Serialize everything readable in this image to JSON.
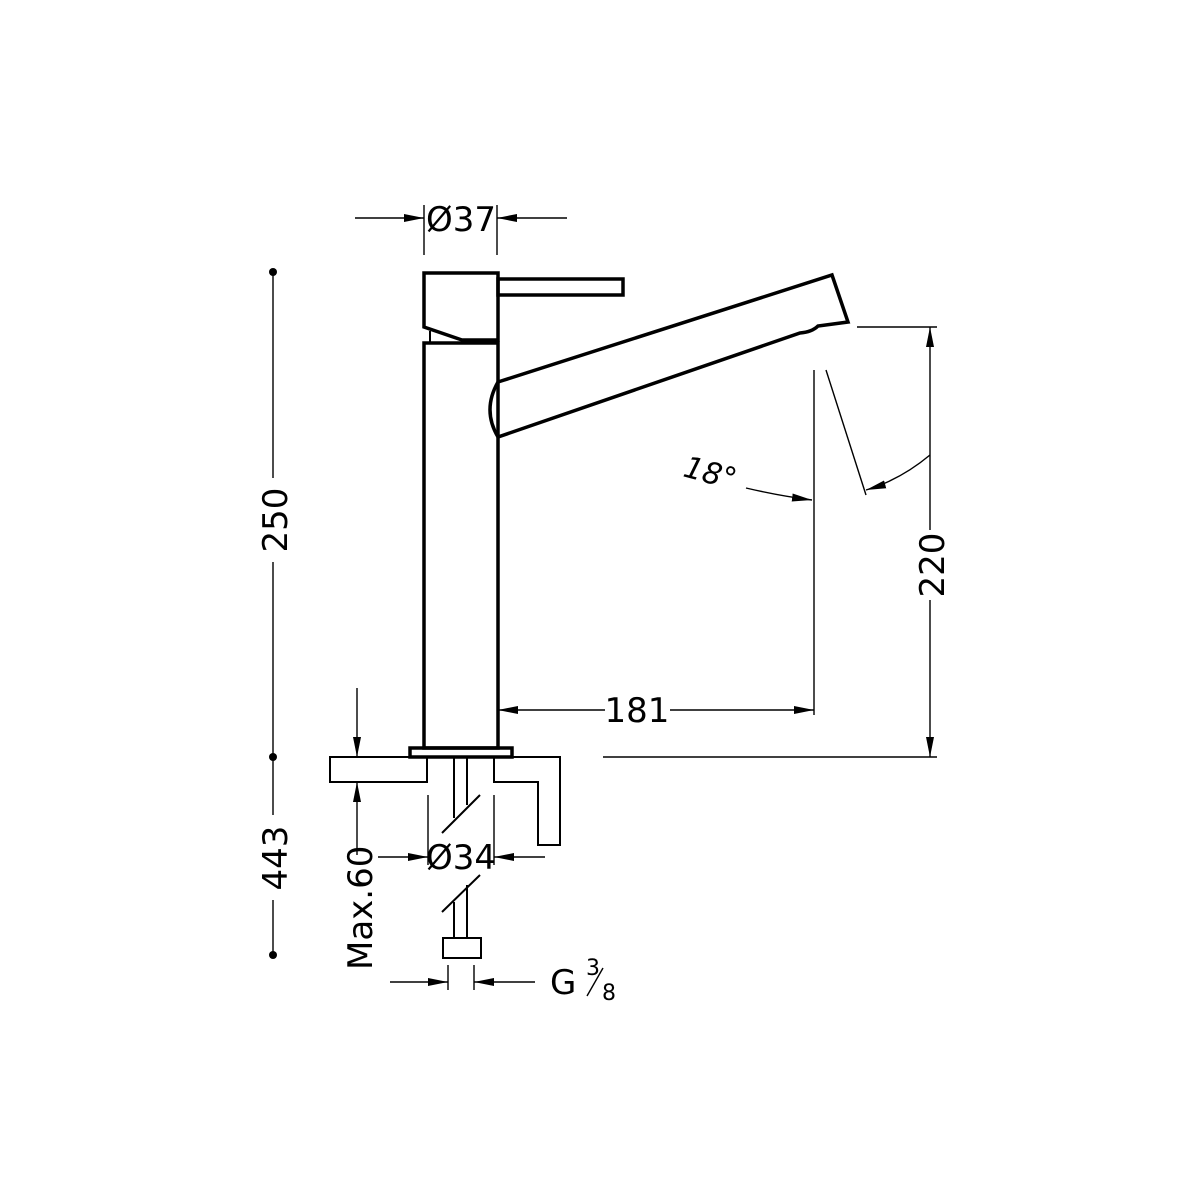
{
  "dimensions": {
    "top_diameter": "Ø37",
    "base_diameter": "Ø34",
    "total_height": "250",
    "overall_length": "443",
    "spout_height": "220",
    "spout_reach": "181",
    "spout_angle": "18°",
    "max_counter_thickness": "Max.60",
    "connection_thread_letter": "G",
    "connection_thread_num": "3",
    "connection_thread_den": "8"
  },
  "colors": {
    "line": "#000000",
    "background": "#ffffff"
  }
}
